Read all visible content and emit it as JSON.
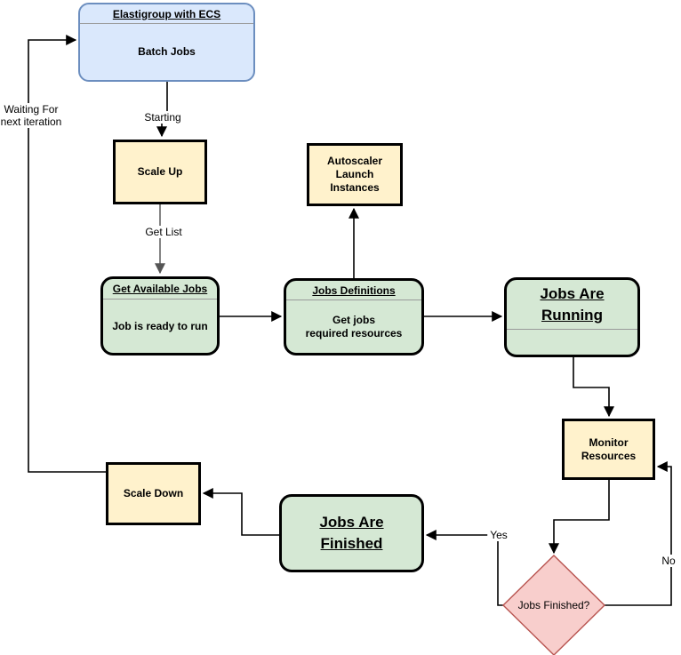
{
  "diagram": {
    "nodes": {
      "elastigroup": {
        "title": "Elastigroup with ECS",
        "body": "Batch Jobs"
      },
      "scale_up": {
        "label": "Scale Up"
      },
      "autoscaler": {
        "label": "Autoscaler\nLaunch\nInstances"
      },
      "get_available_jobs": {
        "title": "Get Available Jobs",
        "body": "Job is ready to run"
      },
      "jobs_definitions": {
        "title": "Jobs Definitions",
        "body": "Get jobs\nrequired resources"
      },
      "jobs_are_running": {
        "title": "Jobs Are\nRunning"
      },
      "monitor_resources": {
        "label": "Monitor\nResources"
      },
      "jobs_finished": {
        "label": "Jobs Finished?"
      },
      "jobs_are_finished": {
        "title": "Jobs Are\nFinished"
      },
      "scale_down": {
        "label": "Scale Down"
      }
    },
    "edge_labels": {
      "starting": "Starting",
      "get_list": "Get List",
      "waiting_for_next_iteration": "Waiting For\nnext iteration",
      "yes": "Yes",
      "no": "No"
    },
    "colors": {
      "process_fill": "#fff2cc",
      "process_border": "#000000",
      "state_fill": "#d5e8d4",
      "state_border": "#000000",
      "start_fill": "#dae8fc",
      "start_border": "#6c8ebf",
      "decision_fill": "#f8cecc",
      "decision_border": "#b85450",
      "connector": "#000000",
      "connector_alt": "#666666",
      "divider": "#999999",
      "background": "#ffffff"
    }
  }
}
